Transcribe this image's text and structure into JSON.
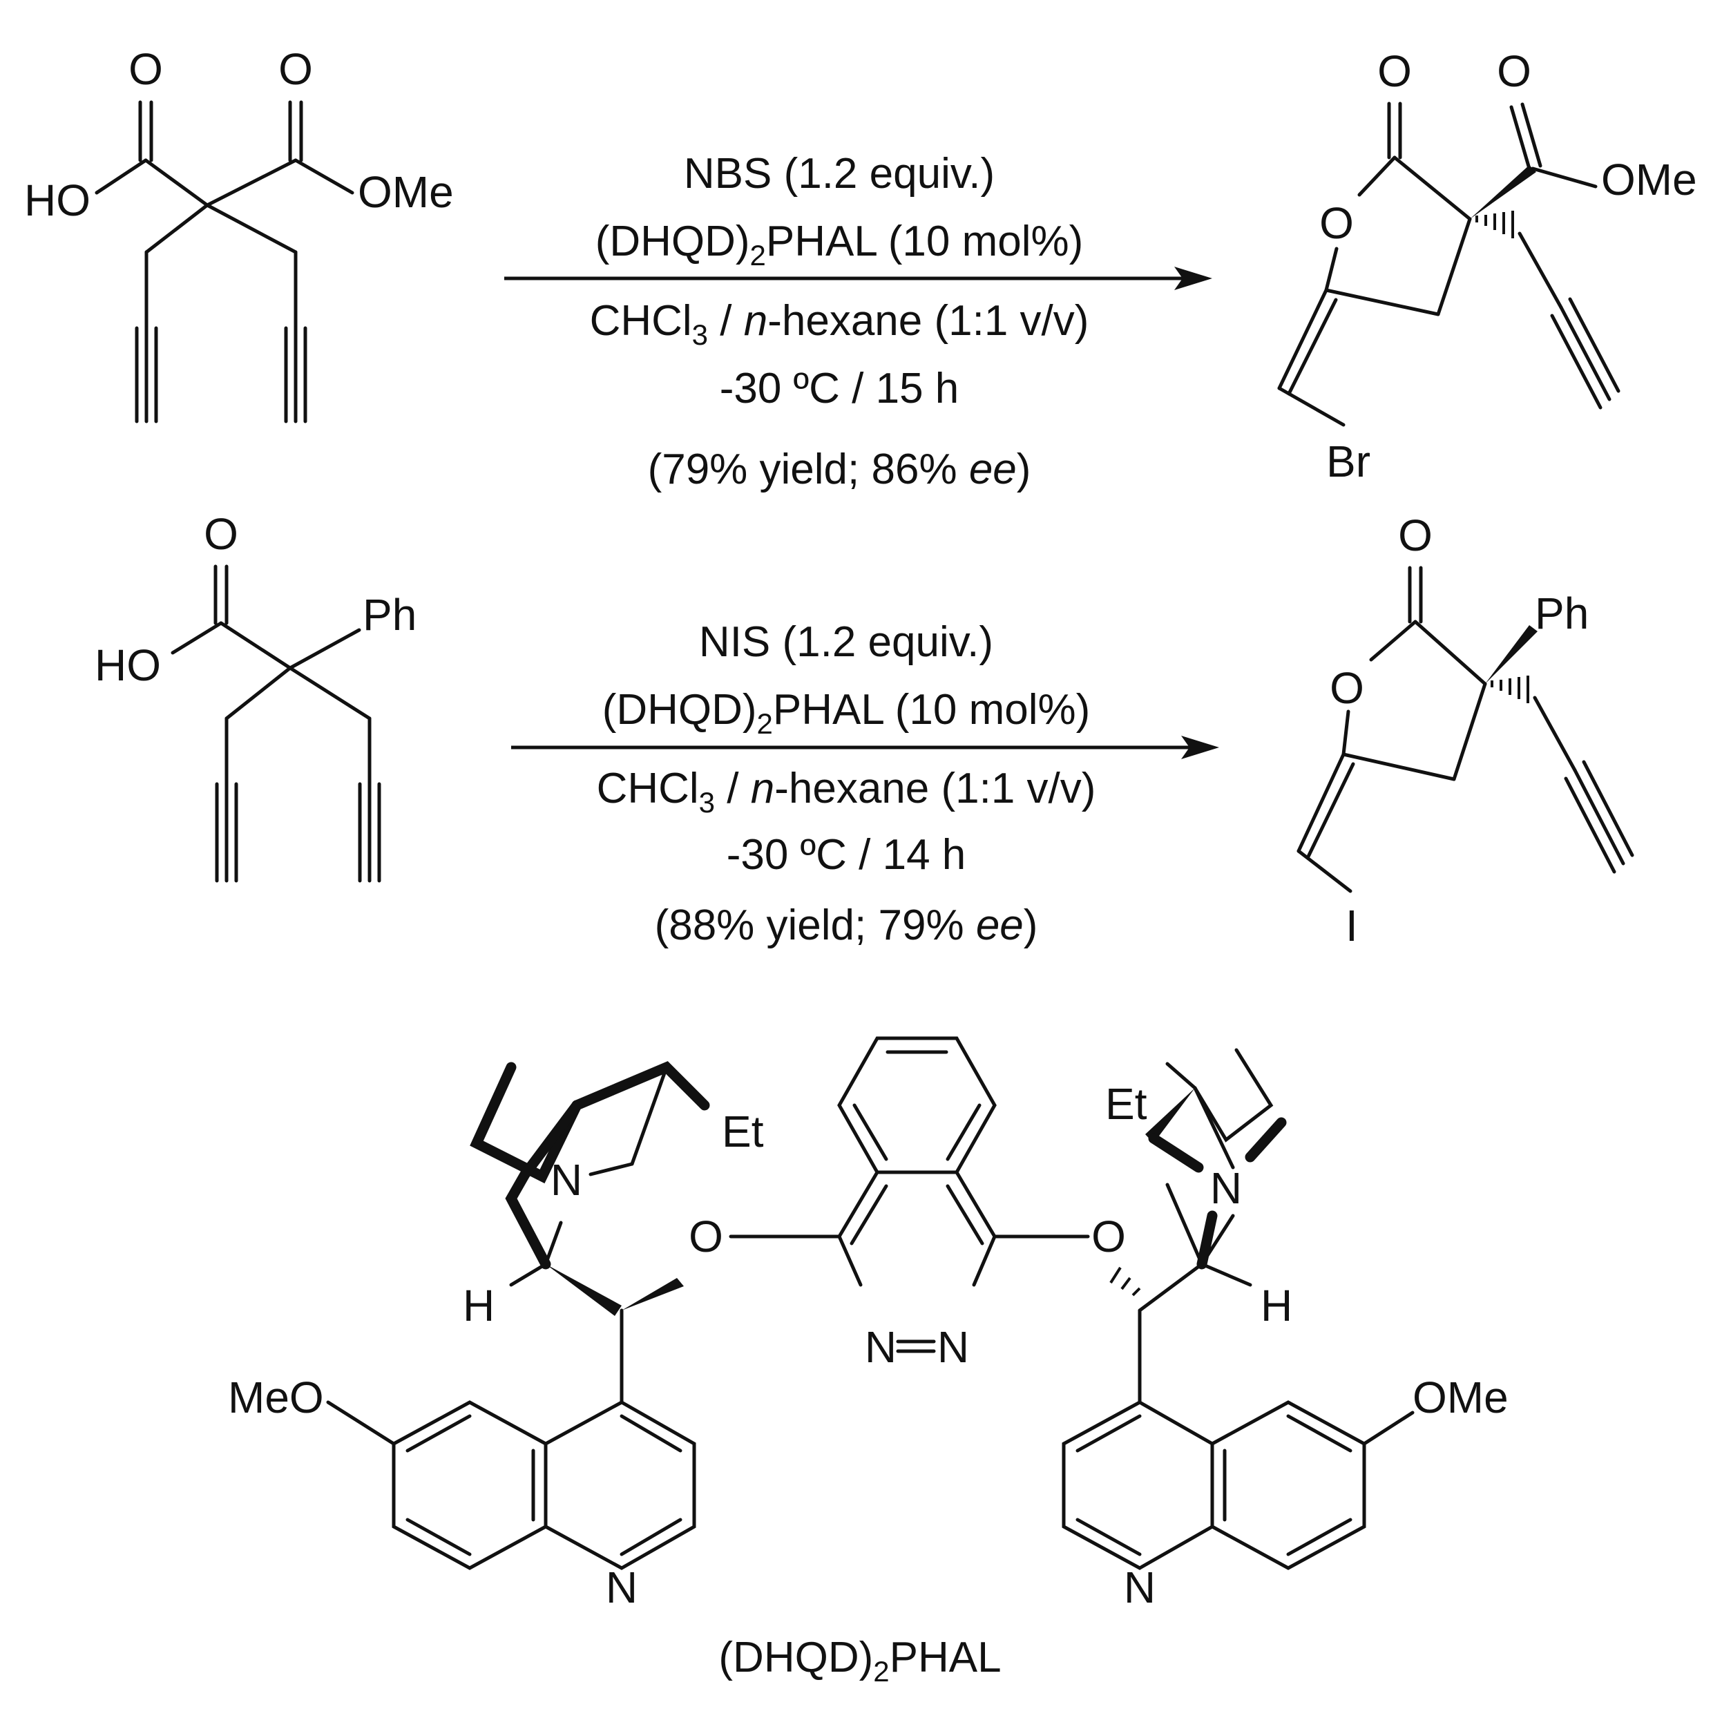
{
  "atoms": {
    "o": "O",
    "ho": "HO",
    "ome": "OMe",
    "meo": "MeO",
    "ph": "Ph",
    "br": "Br",
    "i": "I",
    "n": "N",
    "h": "H",
    "et": "Et"
  },
  "reaction1": {
    "reagent": "NBS (1.2 equiv.)",
    "catalyst_prefix": "(DHQD)",
    "catalyst_sub": "2",
    "catalyst_suffix": "PHAL (10 mol%)",
    "solvent_prefix": "CHCl",
    "solvent_sub": "3",
    "solvent_mid": " / ",
    "solvent_italic": "n",
    "solvent_suffix": "-hexane (1:1 v/v)",
    "temperature_time": "-30 ºC / 15 h",
    "result_prefix": "(79% yield; 86% ",
    "result_italic": "ee",
    "result_suffix": ")"
  },
  "reaction2": {
    "reagent": "NIS (1.2 equiv.)",
    "catalyst_prefix": "(DHQD)",
    "catalyst_sub": "2",
    "catalyst_suffix": "PHAL (10 mol%)",
    "solvent_prefix": "CHCl",
    "solvent_sub": "3",
    "solvent_mid": " / ",
    "solvent_italic": "n",
    "solvent_suffix": "-hexane (1:1 v/v)",
    "temperature_time": "-30 ºC / 14 h",
    "result_prefix": "(88% yield; 79% ",
    "result_italic": "ee",
    "result_suffix": ")"
  },
  "catalyst_label": {
    "prefix": "(DHQD)",
    "sub": "2",
    "suffix": "PHAL"
  }
}
